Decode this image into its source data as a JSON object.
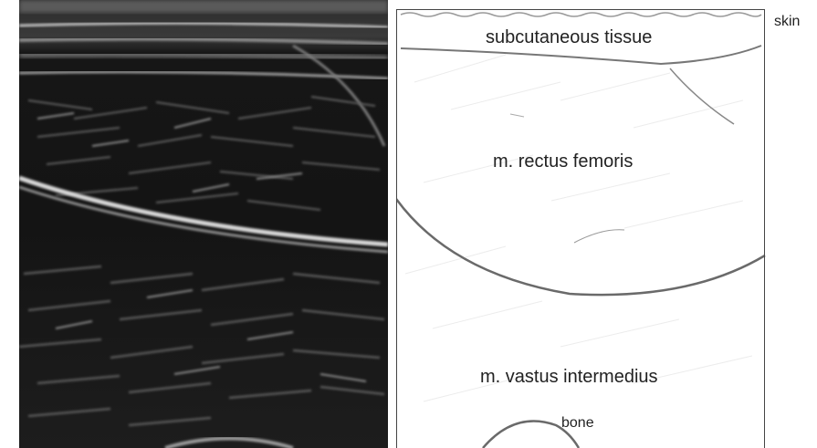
{
  "labels": {
    "skin": "skin",
    "subcutaneous_tissue": "subcutaneous tissue",
    "rectus_femoris": "m. rectus femoris",
    "vastus_intermedius": "m. vastus intermedius",
    "bone": "bone"
  }
}
